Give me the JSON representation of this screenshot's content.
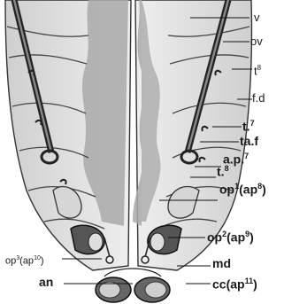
{
  "figure": {
    "labels": {
      "v": "v",
      "ov": "ov",
      "t8_top": "t",
      "t8_top_sup": "8",
      "fd": "f.d",
      "t7": "t.",
      "t7_sup": "7",
      "taf": "ta.f",
      "ap7": "a.p.",
      "ap7_sup": "7",
      "t8": "t.",
      "t8_sup": "8",
      "op1": "op",
      "op1_sup": "1",
      "op1_paren": "(ap",
      "op1_paren_sup": "8",
      "op1_close": ")",
      "op2": "op",
      "op2_sup": "2",
      "op2_paren": "(ap",
      "op2_paren_sup": "9",
      "op2_close": ")",
      "op3": "op",
      "op3_sup": "3",
      "op3_paren": "(ap",
      "op3_paren_sup": "10",
      "op3_close": ")",
      "md": "md",
      "an": "an",
      "cc": "cc",
      "cc_paren": "(ap",
      "cc_paren_sup": "11",
      "cc_close": ")"
    }
  }
}
